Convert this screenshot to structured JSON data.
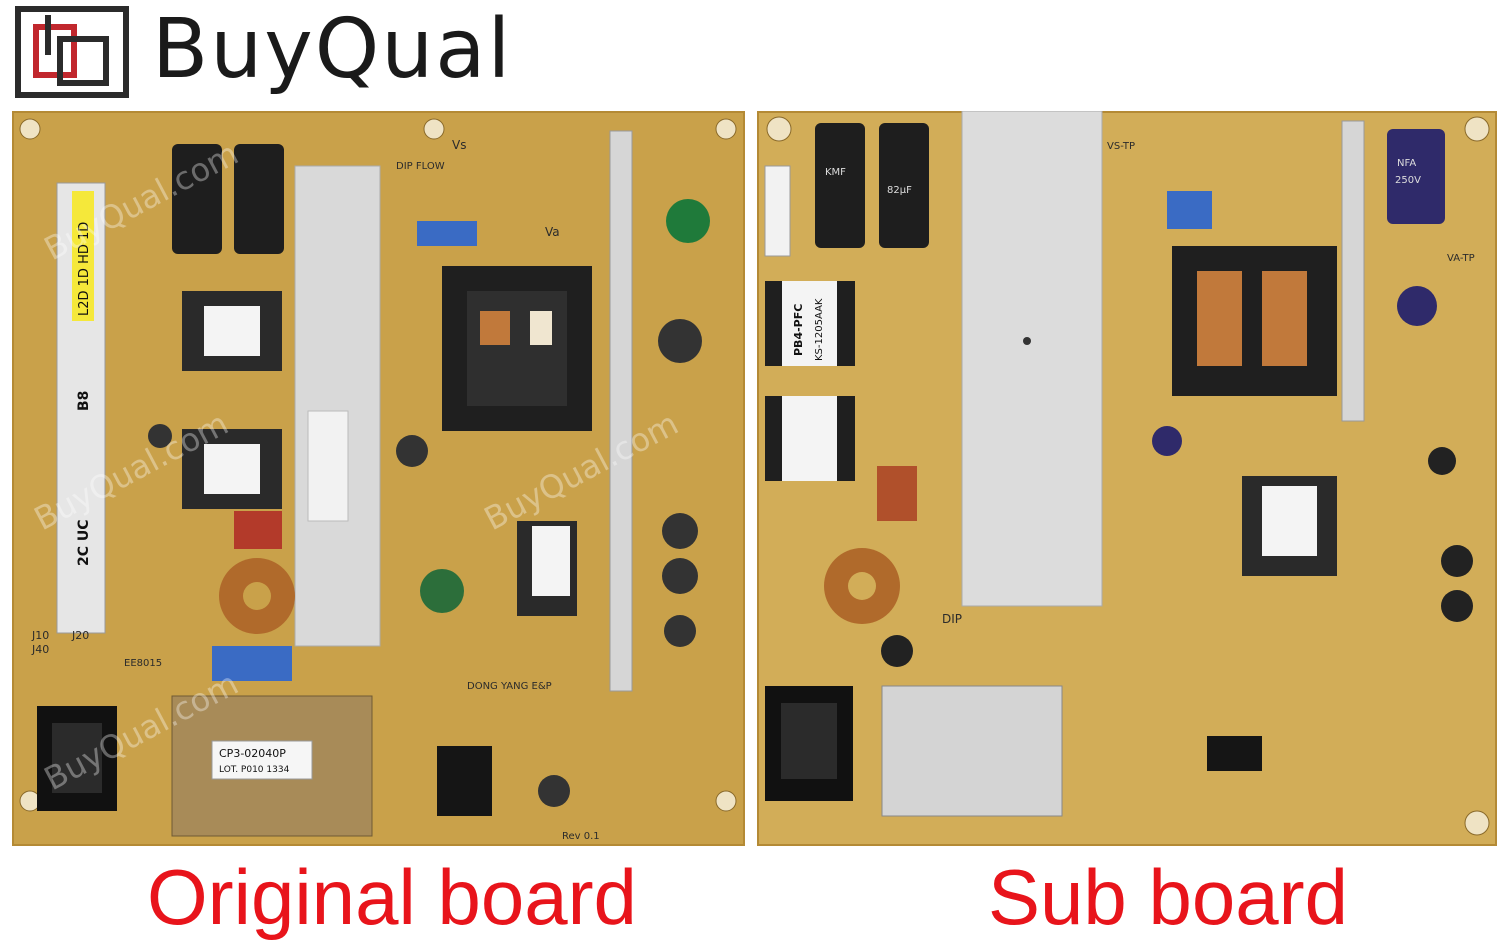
{
  "brand": {
    "name": "BuyQual",
    "watermark": "BuyQual.com"
  },
  "original_board": {
    "caption": "Original board",
    "labels": [
      "L2D 1D HD 1D",
      "B8",
      "2C UC",
      "CP3-02040P",
      "LOT. P010 1334",
      "DONG YANG E&P",
      "EE8015",
      "J10",
      "J20",
      "J40",
      "DIP FLOW",
      "Vs",
      "Va",
      "Rev 0.1"
    ]
  },
  "sub_board": {
    "caption": "Sub board",
    "labels": [
      "PB4-PFC",
      "KS-1205AAK",
      "KMF",
      "82µF",
      "NFA",
      "250V",
      "VS-TP",
      "VA-TP",
      "DIP"
    ]
  },
  "colors": {
    "pcb": "#c9a14a",
    "caption": "#e8141b",
    "heatsink": "#d8d8d8"
  }
}
